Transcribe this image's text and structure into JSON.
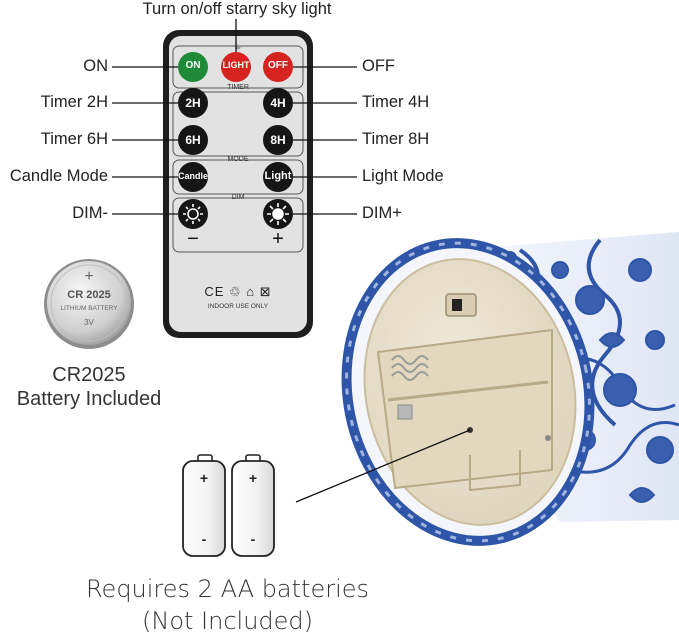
{
  "top_label": "Turn on/off starry sky light",
  "callouts": {
    "on": "ON",
    "off": "OFF",
    "timer_2h": "Timer 2H",
    "timer_4h": "Timer 4H",
    "timer_6h": "Timer 6H",
    "timer_8h": "Timer 8H",
    "candle_mode": "Candle Mode",
    "light_mode": "Light Mode",
    "dim_minus": "DIM-",
    "dim_plus": "DIM+"
  },
  "remote": {
    "buttons": {
      "on": "ON",
      "light": "LIGHT",
      "off": "OFF",
      "h2": "2H",
      "h4": "4H",
      "h6": "6H",
      "h8": "8H",
      "candle": "Candle",
      "light_mode": "Light"
    },
    "sections": {
      "timer": "TIMER",
      "mode": "MODE",
      "dim": "DIM"
    },
    "minus": "−",
    "plus": "+",
    "certs": "CE ♲ ⌂ ⊠",
    "indoor": "INDOOR USE ONLY"
  },
  "coin_cell": {
    "plus": "+",
    "model": "CR 2025",
    "chem": "LITHIUM BATTERY",
    "voltage": "3V"
  },
  "battery_caption": {
    "line1": "CR2025",
    "line2": "Battery Included"
  },
  "aa": {
    "plus": "+",
    "minus": "-"
  },
  "requirement": {
    "line1": "Requires 2 AA batteries",
    "line2": "(Not Included)"
  },
  "colors": {
    "remote_body": "#e2e2e2",
    "remote_frame": "#1e1e1e",
    "btn_on": "#1f8a38",
    "btn_light": "#d6231f",
    "btn_off": "#d6231f",
    "btn_black": "#151515",
    "porcelain_blue": "#2f55a8",
    "porcelain_white": "#f4f6fb",
    "cream": "#ece3cf"
  }
}
